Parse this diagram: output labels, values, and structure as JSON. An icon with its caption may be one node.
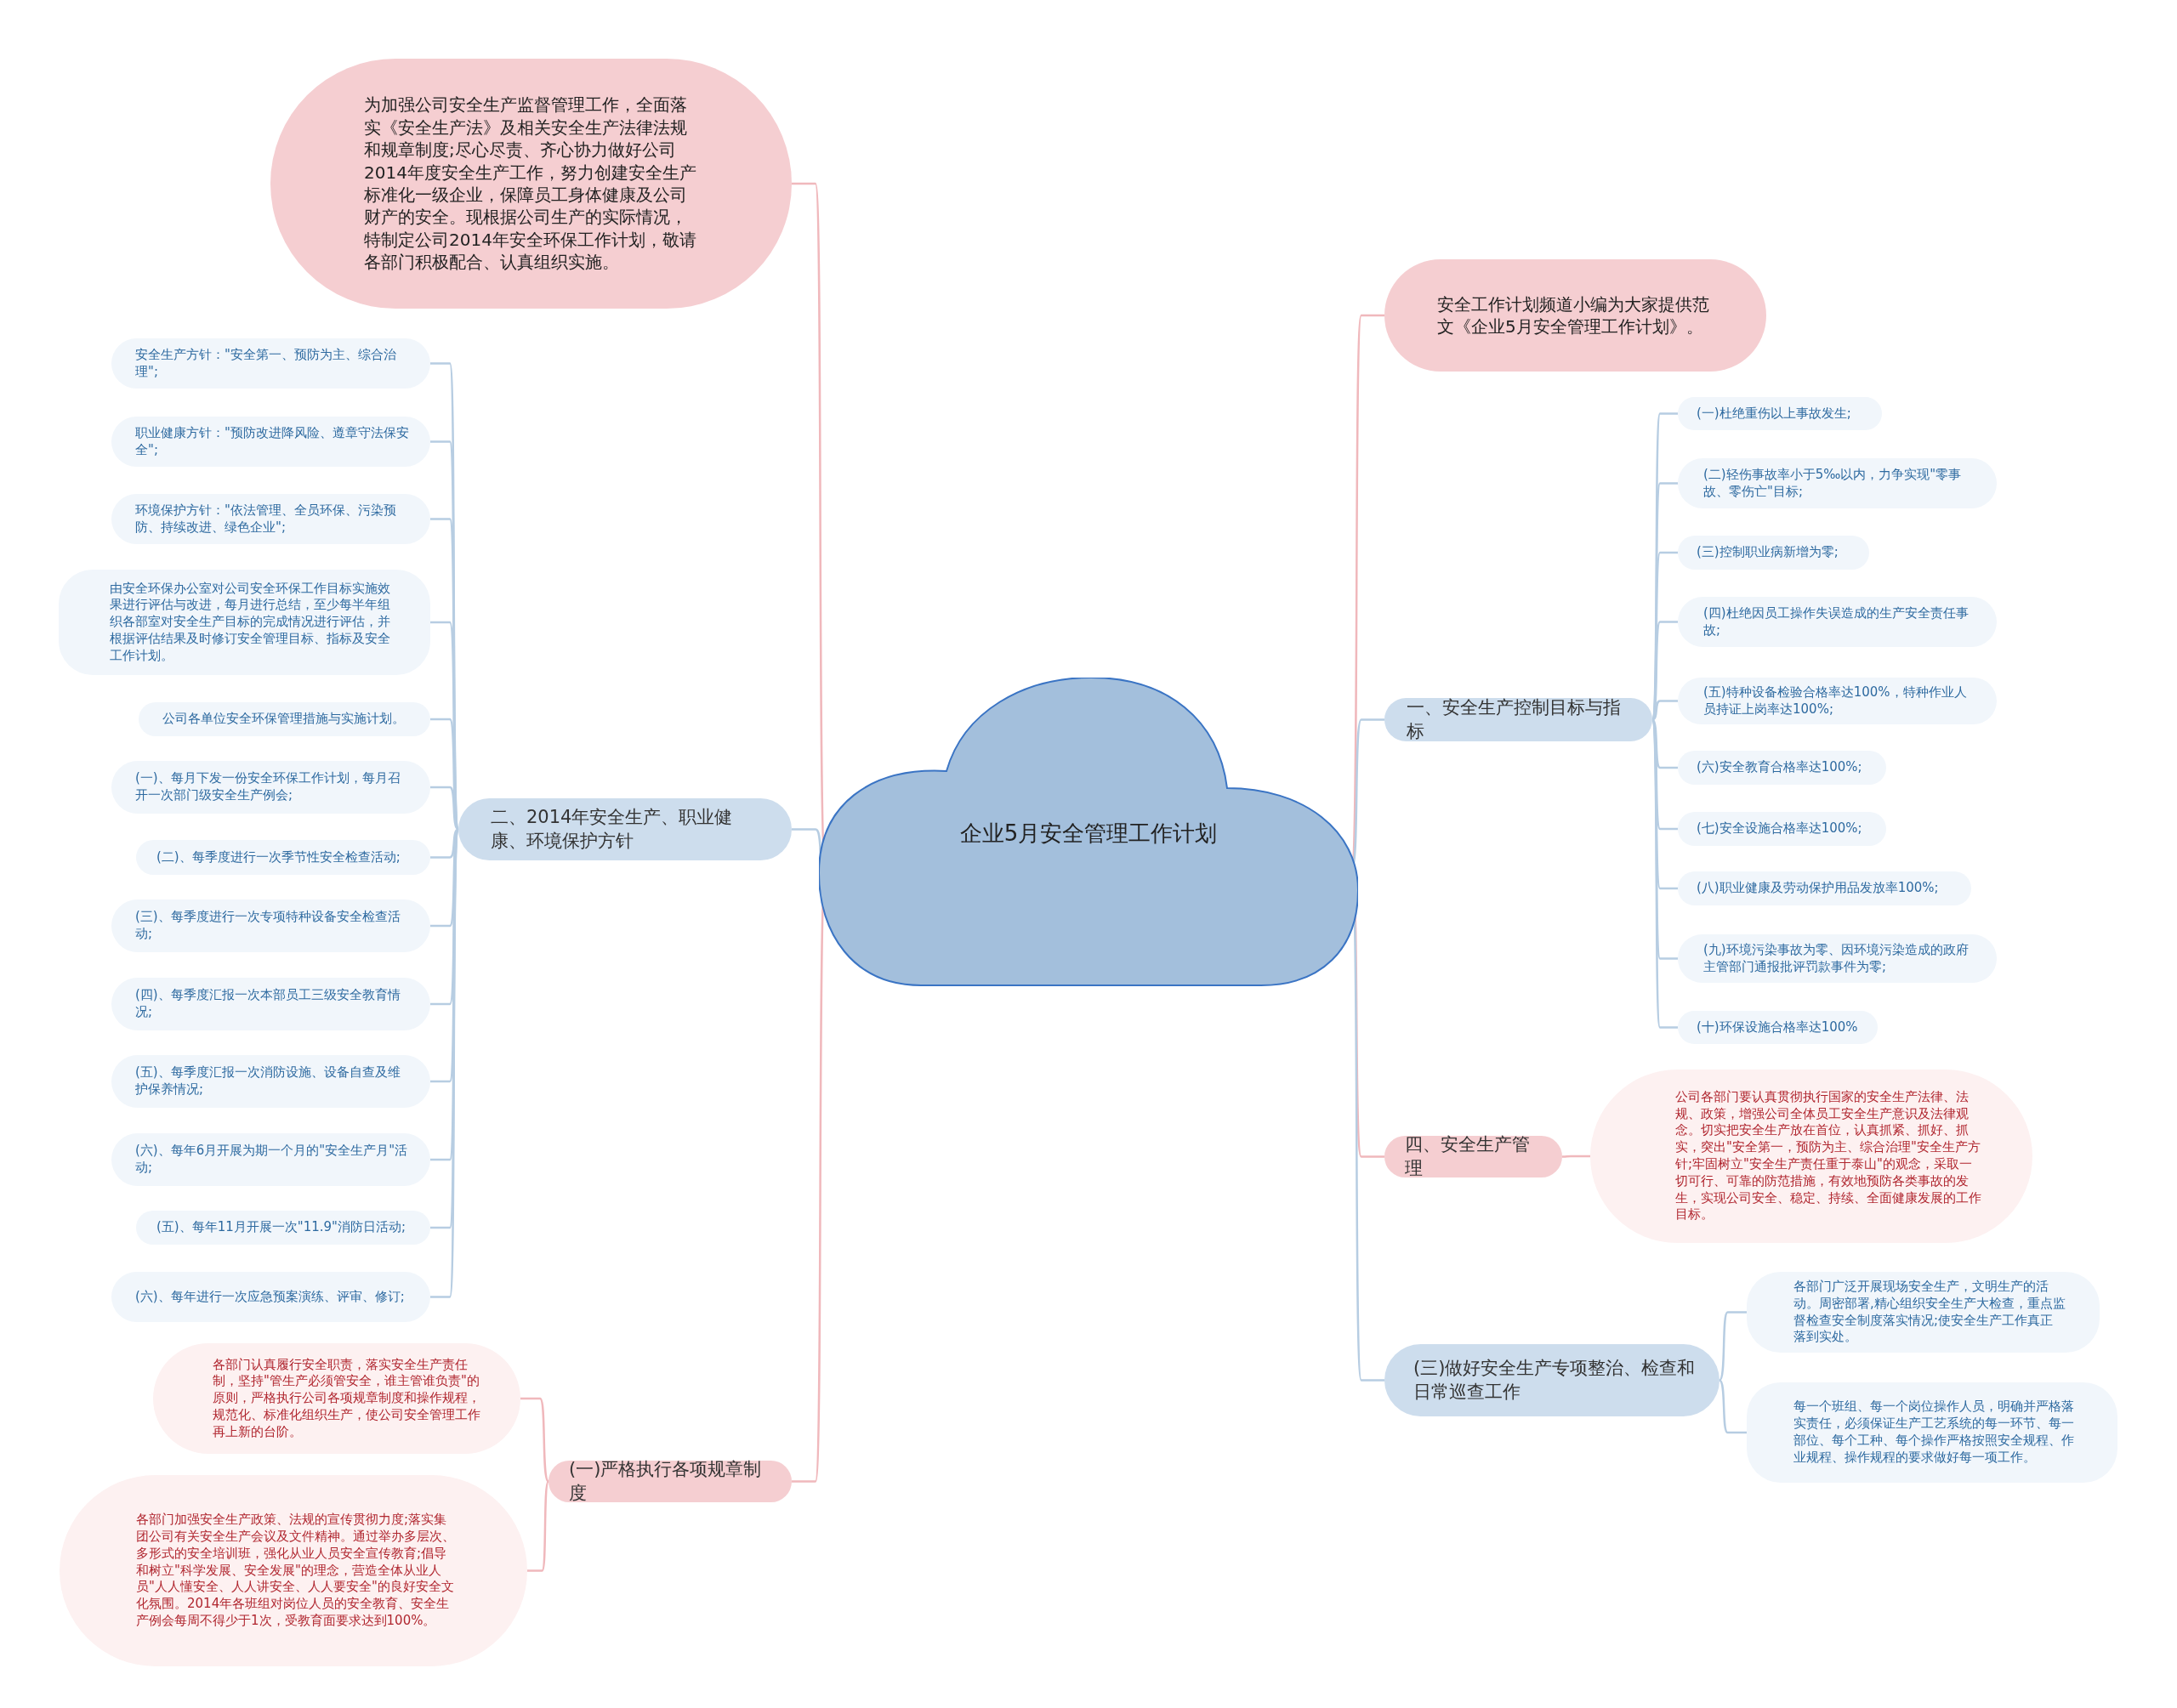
{
  "diagram": {
    "nodes": [
      {
        "text": [
          "企业5月安全管理工作计划"
        ]
      },
      {
        "text": [
          "为加强公司安全生产监督管理工作，全面落实《安全生产法》及相关安全生产法律法规和规章制度;尽心尽责、齐心协力做好公司2014年度安全生产工作，努力创建安全生产标准化一级企业，保障员工身体健康及公司财产的安全。现根据公司生产的实际情况，特制定公司2014年安全环保工作计划，敬请各部门积极配合、认真组织实施。"
        ]
      },
      {
        "text": [
          "二、2014年安全生产、职业健康、环境保护方针"
        ]
      },
      {
        "text": [
          "安全生产方针：\"安全第一、预防为主、综合治理\";"
        ]
      },
      {
        "text": [
          "职业健康方针：\"预防改进降风险、遵章守法保安全\";"
        ]
      },
      {
        "text": [
          "环境保护方针：\"依法管理、全员环保、污染预防、持续改进、绿色企业\";"
        ]
      },
      {
        "text": [
          "由安全环保办公室对公司安全环保工作目标实施效果进行评估与改进，每月进行总结，至少每半年组织各部室对安全生产目标的完成情况进行评估，并根据评估结果及时修订安全管理目标、指标及安全工作计划。"
        ]
      },
      {
        "text": [
          "公司各单位安全环保管理措施与实施计划。"
        ]
      },
      {
        "text": [
          "(一)、每月下发一份安全环保工作计划，每月召开一次部门级安全生产例会;"
        ]
      },
      {
        "text": [
          "(二)、每季度进行一次季节性安全检查活动;"
        ]
      },
      {
        "text": [
          "(三)、每季度进行一次专项特种设备安全检查活动;"
        ]
      },
      {
        "text": [
          "(四)、每季度汇报一次本部员工三级安全教育情况;"
        ]
      },
      {
        "text": [
          "(五)、每季度汇报一次消防设施、设备自查及维护保养情况;"
        ]
      },
      {
        "text": [
          "(六)、每年6月开展为期一个月的\"安全生产月\"活动;"
        ]
      },
      {
        "text": [
          "(五)、每年11月开展一次\"11.9\"消防日活动;"
        ]
      },
      {
        "text": [
          "(六)、每年进行一次应急预案演练、评审、修订;"
        ]
      },
      {
        "text": [
          "(一)严格执行各项规章制度"
        ]
      },
      {
        "text": [
          "各部门认真履行安全职责，落实安全生产责任制，坚持\"管生产必须管安全，谁主管谁负责\"的原则，严格执行公司各项规章制度和操作规程，规范化、标准化组织生产，使公司安全管理工作再上新的台阶。"
        ]
      },
      {
        "text": [
          "各部门加强安全生产政策、法规的宣传贯彻力度;落实集团公司有关安全生产会议及文件精神。通过举办多层次、多形式的安全培训班，强化从业人员安全宣传教育;倡导和树立\"科学发展、安全发展\"的理念，营造全体从业人员\"人人懂安全、人人讲安全、人人要安全\"的良好安全文化氛围。2014年各班组对岗位人员的安全教育、安全生产例会每周不得少于1次，受教育面要求达到100%。"
        ]
      },
      {
        "text": [
          "安全工作计划频道小编为大家提供范文《企业5月安全管理工作计划》。"
        ]
      },
      {
        "text": [
          "一、安全生产控制目标与指标"
        ]
      },
      {
        "text": [
          "(一)杜绝重伤以上事故发生;"
        ]
      },
      {
        "text": [
          "(二)轻伤事故率小于5‰以内，力争实现\"零事故、零伤亡\"目标;"
        ]
      },
      {
        "text": [
          "(三)控制职业病新增为零;"
        ]
      },
      {
        "text": [
          "(四)杜绝因员工操作失误造成的生产安全责任事故;"
        ]
      },
      {
        "text": [
          "(五)特种设备检验合格率达100%，特种作业人员持证上岗率达100%;"
        ]
      },
      {
        "text": [
          "(六)安全教育合格率达100%;"
        ]
      },
      {
        "text": [
          "(七)安全设施合格率达100%;"
        ]
      },
      {
        "text": [
          "(八)职业健康及劳动保护用品发放率100%;"
        ]
      },
      {
        "text": [
          "(九)环境污染事故为零、因环境污染造成的政府主管部门通报批评罚款事件为零;"
        ]
      },
      {
        "text": [
          "(十)环保设施合格率达100%"
        ]
      },
      {
        "text": [
          "四、安全生产管理"
        ]
      },
      {
        "text": [
          "公司各部门要认真贯彻执行国家的安全生产法律、法规、政策，增强公司全体员工安全生产意识及法律观念。切实把安全生产放在首位，认真抓紧、抓好、抓实，突出\"安全第一，预防为主、综合治理\"安全生产方针;牢固树立\"安全生产责任重于泰山\"的观念，采取一切可行、可靠的防范措施，有效地预防各类事故的发生，实现公司安全、稳定、持续、全面健康发展的工作目标。"
        ]
      },
      {
        "text": [
          "(三)做好安全生产专项整治、检查和日常巡查工作"
        ]
      },
      {
        "text": [
          "各部门广泛开展现场安全生产，文明生产的活动。周密部署,精心组织安全生产大检查，重点监督检查安全制度落实情况;使安全生产工作真正落到实处。"
        ]
      },
      {
        "text": [
          "每一个班组、每一个岗位操作人员，明确并严格落实责任，必须保证生产工艺系统的每一环节、每一部位、每个工种、每个操作严格按照安全规程、作业规程、操作规程的要求做好每一项工作。"
        ]
      }
    ],
    "edges": [
      {
        "from": 0,
        "to": 1,
        "arrow": "none",
        "color": "#f0b8bc"
      },
      {
        "from": 0,
        "to": 2,
        "arrow": "none"
      },
      {
        "from": 2,
        "to": 3,
        "arrow": "none"
      },
      {
        "from": 2,
        "to": 4,
        "arrow": "none"
      },
      {
        "from": 2,
        "to": 5,
        "arrow": "none"
      },
      {
        "from": 2,
        "to": 6,
        "arrow": "none"
      },
      {
        "from": 2,
        "to": 7,
        "arrow": "none"
      },
      {
        "from": 2,
        "to": 8,
        "arrow": "none"
      },
      {
        "from": 2,
        "to": 9,
        "arrow": "none"
      },
      {
        "from": 2,
        "to": 10,
        "arrow": "none"
      },
      {
        "from": 2,
        "to": 11,
        "arrow": "none"
      },
      {
        "from": 2,
        "to": 12,
        "arrow": "none"
      },
      {
        "from": 2,
        "to": 13,
        "arrow": "none"
      },
      {
        "from": 2,
        "to": 14,
        "arrow": "none"
      },
      {
        "from": 2,
        "to": 15,
        "arrow": "none"
      },
      {
        "from": 0,
        "to": 16,
        "arrow": "none",
        "color": "#f0b8bc"
      },
      {
        "from": 16,
        "to": 17,
        "arrow": "none",
        "color": "#f0b8bc"
      },
      {
        "from": 16,
        "to": 18,
        "arrow": "none",
        "color": "#f0b8bc"
      },
      {
        "from": 0,
        "to": 19,
        "arrow": "none",
        "color": "#f0b8bc"
      },
      {
        "from": 0,
        "to": 20,
        "arrow": "none"
      },
      {
        "from": 20,
        "to": 21,
        "arrow": "none"
      },
      {
        "from": 20,
        "to": 22,
        "arrow": "none"
      },
      {
        "from": 20,
        "to": 23,
        "arrow": "none"
      },
      {
        "from": 20,
        "to": 24,
        "arrow": "none"
      },
      {
        "from": 20,
        "to": 25,
        "arrow": "none"
      },
      {
        "from": 20,
        "to": 26,
        "arrow": "none"
      },
      {
        "from": 20,
        "to": 27,
        "arrow": "none"
      },
      {
        "from": 20,
        "to": 28,
        "arrow": "none"
      },
      {
        "from": 20,
        "to": 29,
        "arrow": "none"
      },
      {
        "from": 20,
        "to": 30,
        "arrow": "none"
      },
      {
        "from": 0,
        "to": 31,
        "arrow": "none",
        "color": "#f0b8bc"
      },
      {
        "from": 31,
        "to": 32,
        "arrow": "none",
        "color": "#f0b8bc"
      },
      {
        "from": 0,
        "to": 33,
        "arrow": "none"
      },
      {
        "from": 33,
        "to": 34,
        "arrow": "none"
      },
      {
        "from": 33,
        "to": 35,
        "arrow": "none"
      }
    ]
  }
}
